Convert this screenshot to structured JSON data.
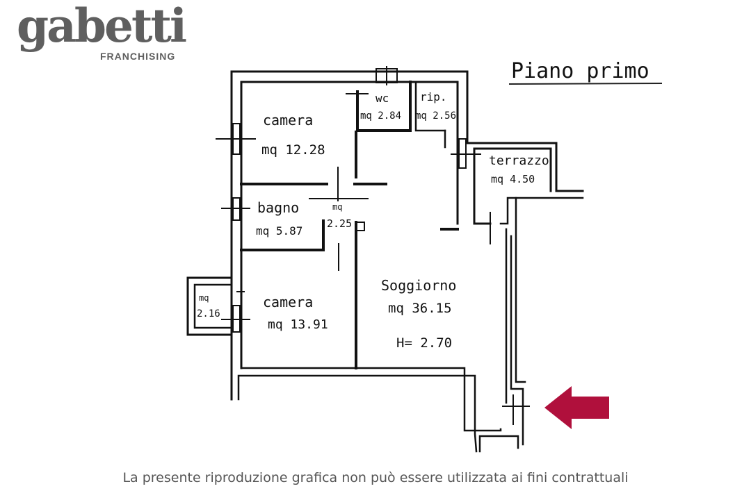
{
  "brand": {
    "name": "gabetti",
    "sub": "FRANCHISING"
  },
  "plan": {
    "floor_title": "Piano primo",
    "rooms": {
      "camera1_name": "camera",
      "camera1_area": "mq 12.28",
      "wc_name": "wc",
      "wc_area": "mq 2.84",
      "rip_name": "rip.",
      "rip_area": "mq 2.56",
      "terrazzo_name": "terrazzo",
      "terrazzo_area": "mq 4.50",
      "bagno_name": "bagno",
      "bagno_area": "mq 5.87",
      "hall_unit": "mq",
      "hall_value": "2.25",
      "soggiorno_name": "Soggiorno",
      "soggiorno_area": "mq 36.15",
      "height": "H= 2.70",
      "camera2_name": "camera",
      "camera2_area": "mq 13.91",
      "closet_unit": "mq",
      "closet_value": "2.16"
    },
    "entrance_arrow_color": "#b0103c"
  },
  "footer": {
    "disclaimer": "La presente riproduzione grafica non può essere utilizzata ai fini contrattuali"
  }
}
